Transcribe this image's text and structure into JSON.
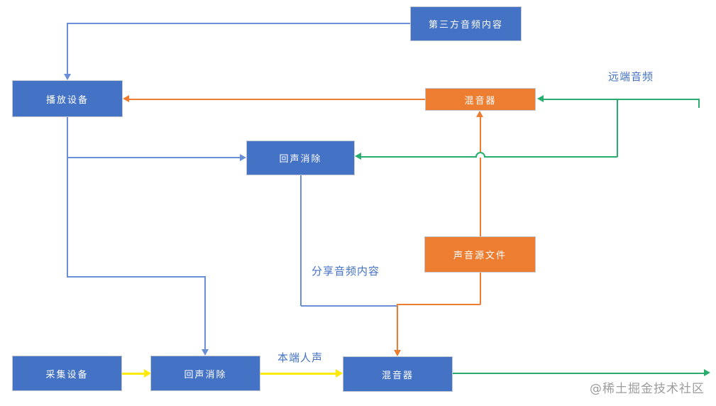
{
  "diagram": {
    "title_hint": "audio mixing / echo cancellation flow diagram",
    "nodes": {
      "third_party_audio": {
        "label": "第三方音频内容",
        "color": "#4472C4"
      },
      "playback_device": {
        "label": "播放设备",
        "color": "#4472C4"
      },
      "mixer_top": {
        "label": "混音器",
        "color": "#ED7D31"
      },
      "echo_cancel_mid": {
        "label": "回声消除",
        "color": "#4472C4"
      },
      "sound_source_file": {
        "label": "声音源文件",
        "color": "#ED7D31"
      },
      "capture_device": {
        "label": "采集设备",
        "color": "#4472C4"
      },
      "echo_cancel_bottom": {
        "label": "回声消除",
        "color": "#4472C4"
      },
      "mixer_bottom": {
        "label": "混音器",
        "color": "#4472C4"
      }
    },
    "labels": {
      "remote_audio": "远端音频",
      "share_audio": "分享音频内容",
      "local_voice": "本端人声"
    },
    "watermark": "@稀土掘金技术社区",
    "colors": {
      "node_blue": "#4472C4",
      "node_orange": "#ED7D31",
      "line_blue": "#6A8FD6",
      "line_orange": "#ED7D31",
      "line_green": "#29AD6E",
      "line_yellow": "#FFE907",
      "label_text": "#4472C4",
      "watermark_text": "#9C9C9C"
    },
    "connections": [
      {
        "from": "third_party_audio",
        "to": "playback_device",
        "color": "blue"
      },
      {
        "from": "mixer_top",
        "to": "playback_device",
        "color": "orange"
      },
      {
        "from": "remote_audio_in",
        "to": "mixer_top",
        "color": "green"
      },
      {
        "from": "remote_audio_in",
        "to": "echo_cancel_mid",
        "color": "green"
      },
      {
        "from": "playback_device",
        "to": "echo_cancel_mid",
        "color": "blue"
      },
      {
        "from": "playback_device",
        "to": "echo_cancel_bottom",
        "color": "blue"
      },
      {
        "from": "sound_source_file",
        "to": "mixer_top",
        "color": "orange"
      },
      {
        "from": "sound_source_file",
        "to": "mixer_bottom",
        "color": "orange"
      },
      {
        "from": "echo_cancel_mid",
        "to": "mixer_bottom",
        "color": "blue"
      },
      {
        "from": "capture_device",
        "to": "echo_cancel_bottom",
        "color": "yellow"
      },
      {
        "from": "echo_cancel_bottom",
        "to": "mixer_bottom",
        "color": "yellow",
        "label": "本端人声"
      },
      {
        "from": "mixer_bottom",
        "to": "out_right",
        "color": "green"
      }
    ]
  }
}
